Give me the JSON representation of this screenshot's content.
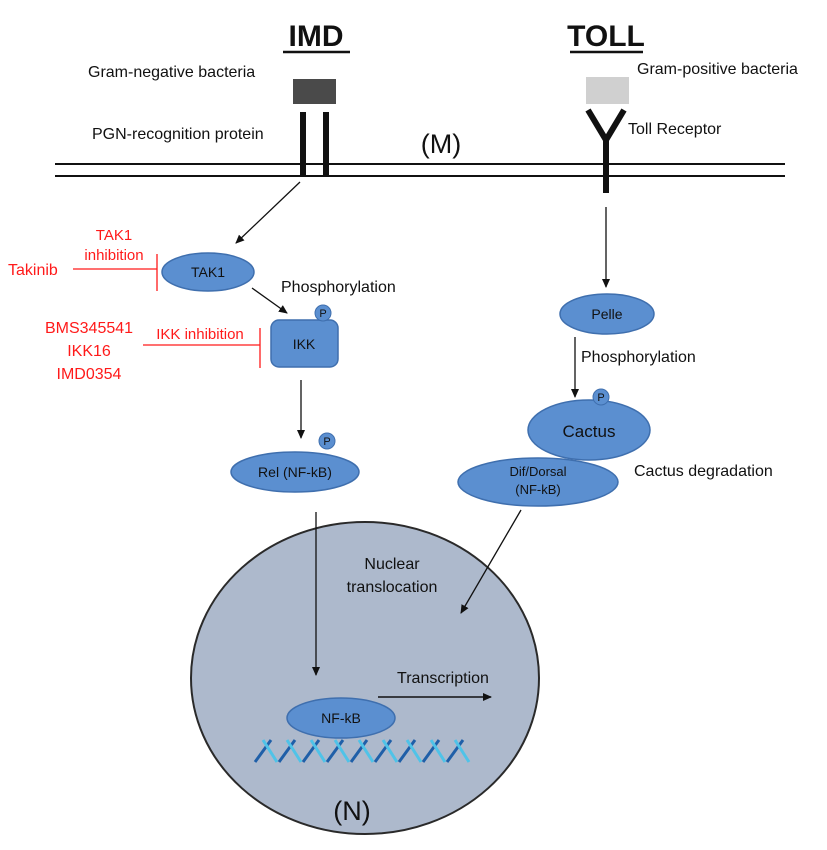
{
  "pathways": {
    "imd": {
      "title": "IMD"
    },
    "toll": {
      "title": "TOLL"
    }
  },
  "membrane": {
    "label": "(M)"
  },
  "nucleus": {
    "label": "(N)"
  },
  "labels": {
    "gram_negative": "Gram-negative bacteria",
    "gram_positive": "Gram-positive bacteria",
    "pgn_protein": "PGN-recognition protein",
    "toll_receptor": "Toll Receptor",
    "imd_phosphorylation": "Phosphorylation",
    "toll_phosphorylation": "Phosphorylation",
    "cactus_degradation": "Cactus degradation",
    "nuclear_translocation_1": "Nuclear",
    "nuclear_translocation_2": "translocation",
    "transcription": "Transcription"
  },
  "nodes": {
    "tak1": "TAK1",
    "ikk": "IKK",
    "rel": "Rel (NF-kB)",
    "pelle": "Pelle",
    "cactus": "Cactus",
    "dif_dorsal_1": "Dif/Dorsal",
    "dif_dorsal_2": "(NF-kB)",
    "nfkb": "NF-kB",
    "phospho": "P"
  },
  "inhibitors": {
    "tak1_inhibition_1": "TAK1",
    "tak1_inhibition_2": "inhibition",
    "takinib": "Takinib",
    "ikk_inhibition": "IKK inhibition",
    "ikk_drugs": [
      "BMS345541",
      "IKK16",
      "IMD0354"
    ]
  },
  "colors": {
    "node_fill": "#5b8fd0",
    "node_stroke": "#3f6fae",
    "nucleus_fill": "#adb9cc",
    "nucleus_stroke": "#2a2a2a",
    "inhibitor": "#ff1a1a",
    "gram_negative_block": "#4a4a4a",
    "gram_positive_block": "#d0d0d0",
    "dna_dark": "#1f5fa8",
    "dna_light": "#4fc3e8"
  }
}
